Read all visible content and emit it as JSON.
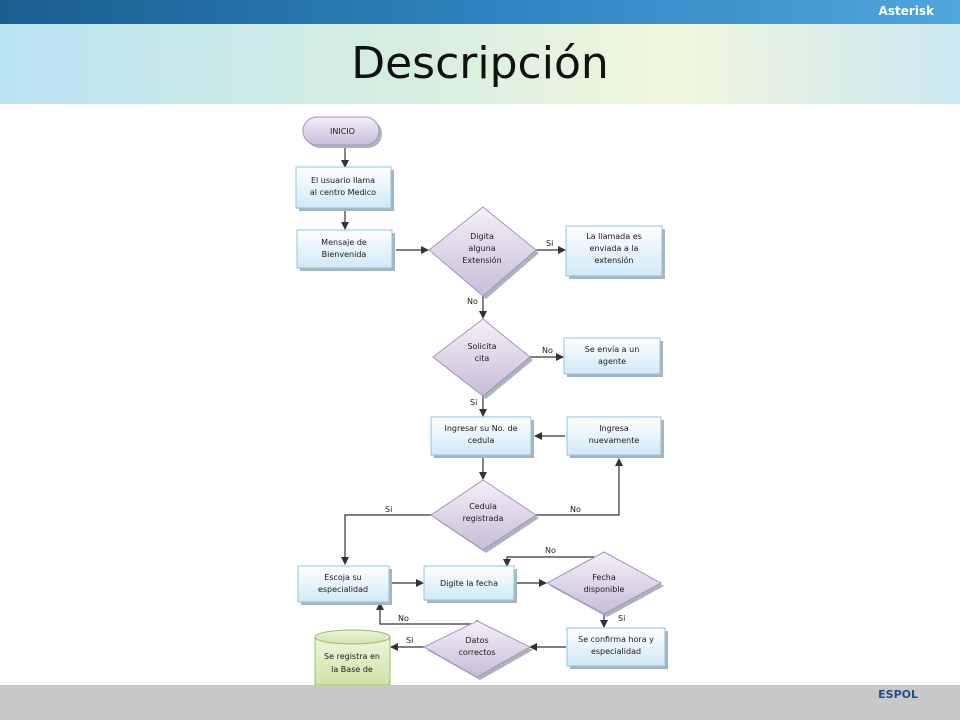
{
  "header": {
    "brand": "Asterisk",
    "title": "Descripción"
  },
  "footer": {
    "label": "ESPOL"
  },
  "flowchart": {
    "start": "INICIO",
    "boxes": {
      "llama": [
        "El usuario llama",
        "al centro Medico"
      ],
      "mensaje": [
        "Mensaje de",
        "Bienvenida"
      ],
      "enviada": [
        "La llamada es",
        "enviada a la",
        "extensión"
      ],
      "agente": [
        "Se envía a un",
        "agente"
      ],
      "ingresar": [
        "Ingresar su No. de",
        "cedula"
      ],
      "ingresa_nuevamente": [
        "Ingresa",
        "nuevamente"
      ],
      "escoja": [
        "Escoja su",
        "especialidad"
      ],
      "digite": [
        "Digite la fecha"
      ],
      "confirma": [
        "Se confirma hora y",
        "especialidad"
      ]
    },
    "decisions": {
      "digita": [
        "Digita",
        "alguna",
        "Extensión"
      ],
      "solicita": [
        "Solicita",
        "cita"
      ],
      "cedula": [
        "Cedula",
        "registrada"
      ],
      "fecha": [
        "Fecha",
        "disponible"
      ],
      "datos": [
        "Datos",
        "correctos"
      ]
    },
    "database": [
      "Se registra en",
      "la Base de"
    ],
    "edge_labels": {
      "digita_si": "Si",
      "digita_no": "No",
      "solicita_no": "No",
      "solicita_si": "Si",
      "cedula_si": "Si",
      "cedula_no": "No",
      "fecha_no": "No",
      "fecha_si": "Si",
      "datos_no": "No",
      "datos_si": "Si"
    }
  }
}
